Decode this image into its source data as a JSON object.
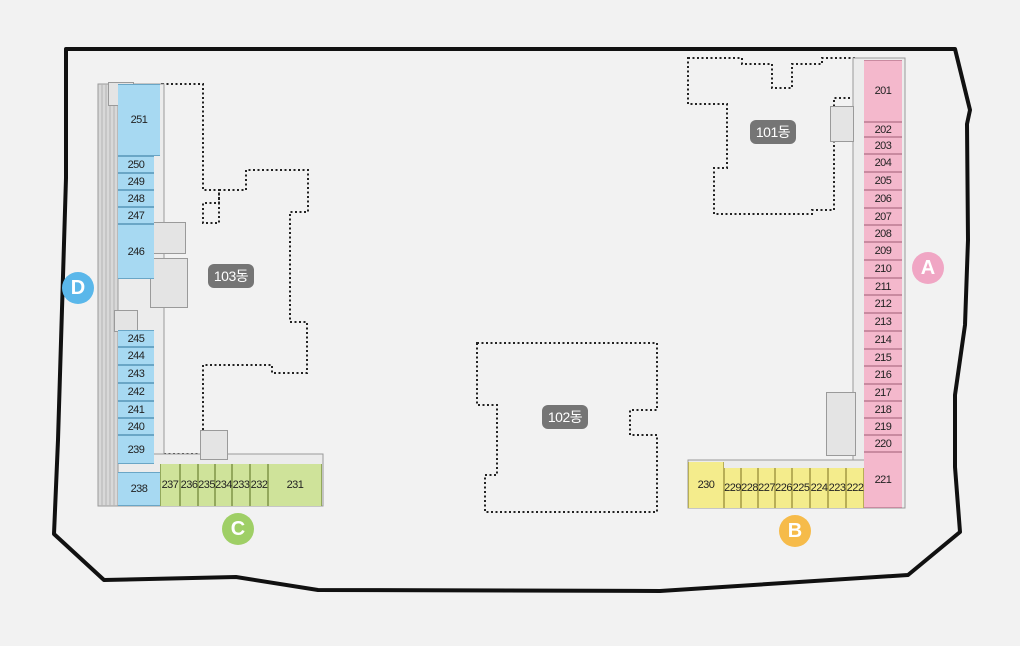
{
  "buildings": {
    "b101": "101동",
    "b102": "102동",
    "b103": "103동"
  },
  "zones": [
    {
      "letter": "A",
      "color": "#f0a6c4"
    },
    {
      "letter": "B",
      "color": "#f6bb4a"
    },
    {
      "letter": "C",
      "color": "#9fcf66"
    },
    {
      "letter": "D",
      "color": "#5ab7ea"
    }
  ],
  "units": {
    "a": [
      "201",
      "202",
      "203",
      "204",
      "205",
      "206",
      "207",
      "208",
      "209",
      "210",
      "211",
      "212",
      "213",
      "214",
      "215",
      "216",
      "217",
      "218",
      "219",
      "220",
      "221"
    ],
    "b": [
      "230",
      "229",
      "228",
      "227",
      "226",
      "225",
      "224",
      "223",
      "222"
    ],
    "c": [
      "238",
      "237",
      "236",
      "235",
      "234",
      "233",
      "232",
      "231"
    ],
    "d": [
      "251",
      "250",
      "249",
      "248",
      "247",
      "246",
      "245",
      "244",
      "243",
      "242",
      "241",
      "240",
      "239"
    ]
  }
}
